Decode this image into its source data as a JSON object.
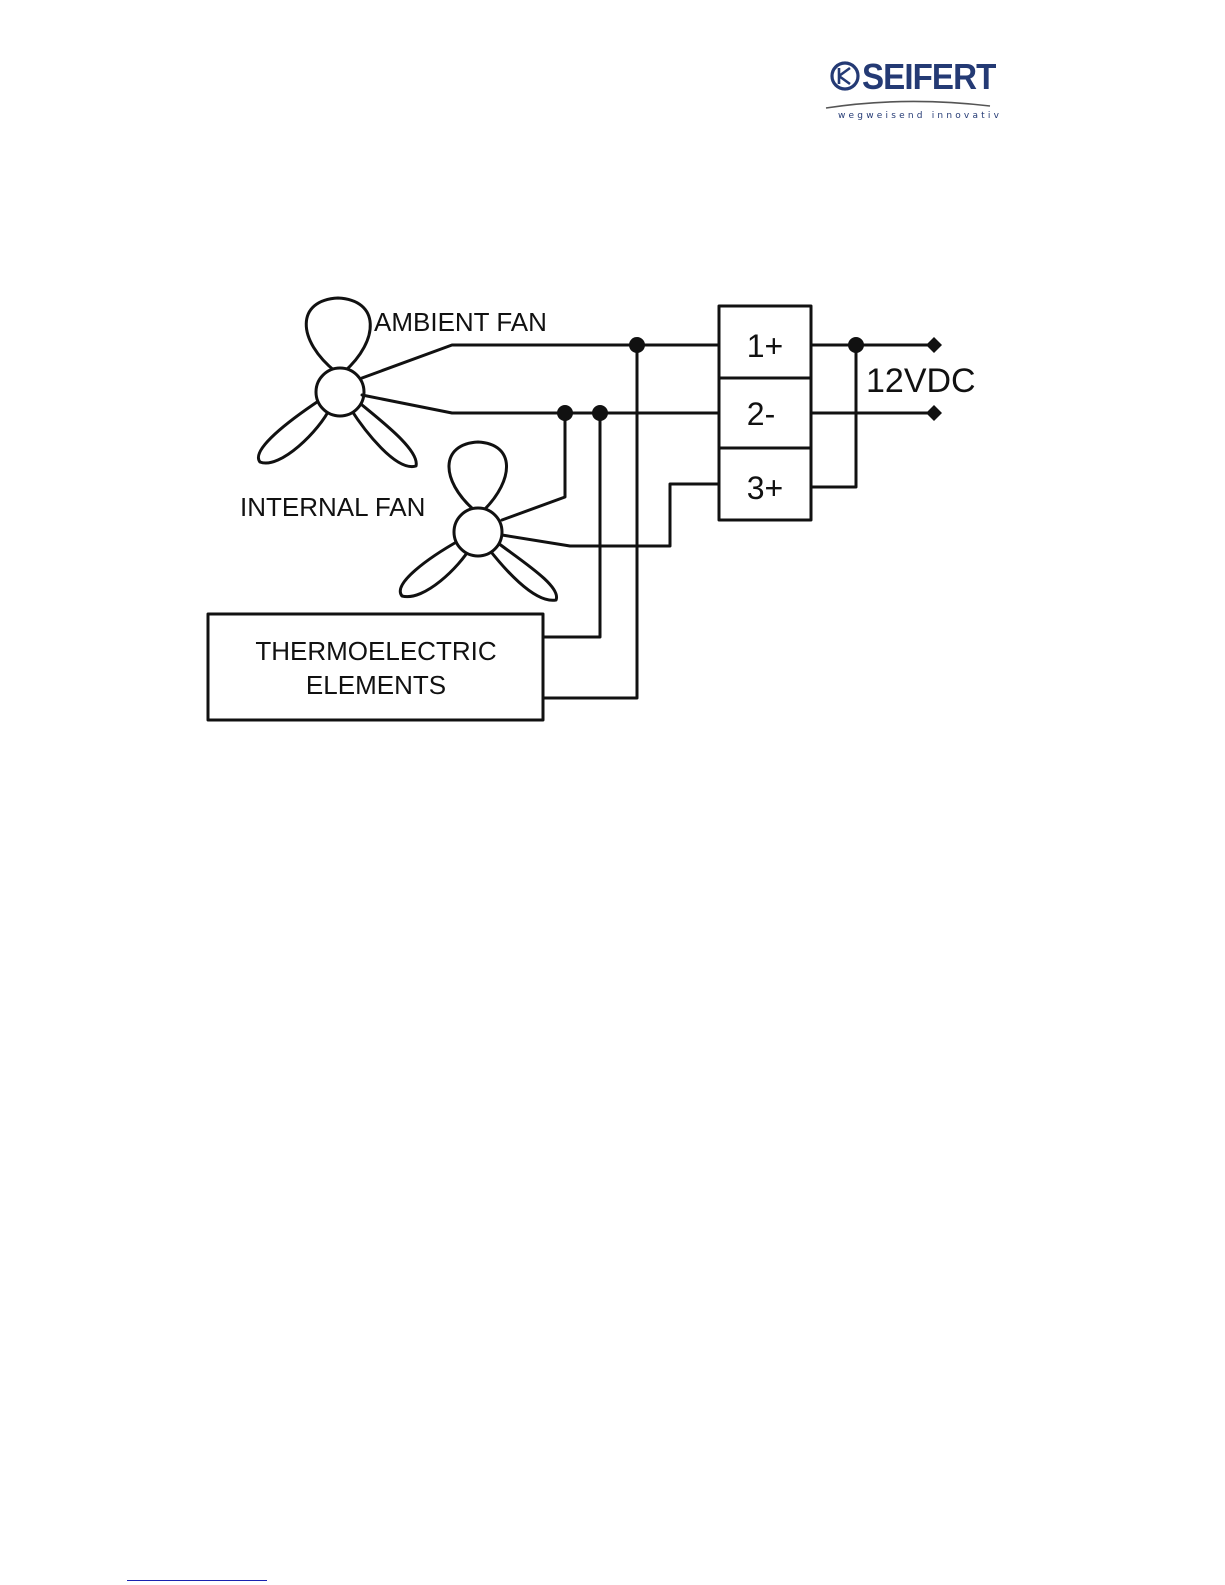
{
  "logo": {
    "wordmark": "SEIFERT",
    "tagline": "wegweisend innovativ",
    "color": "#243a74"
  },
  "diagram": {
    "labels": {
      "ambient_fan": "AMBIENT FAN",
      "internal_fan": "INTERNAL FAN",
      "thermo_line1": "THERMOELECTRIC",
      "thermo_line2": "ELEMENTS",
      "terminal_1": "1+",
      "terminal_2": "2-",
      "terminal_3": "3+",
      "supply": "12VDC"
    }
  },
  "footer": {
    "link_color": "#1a23b0"
  }
}
